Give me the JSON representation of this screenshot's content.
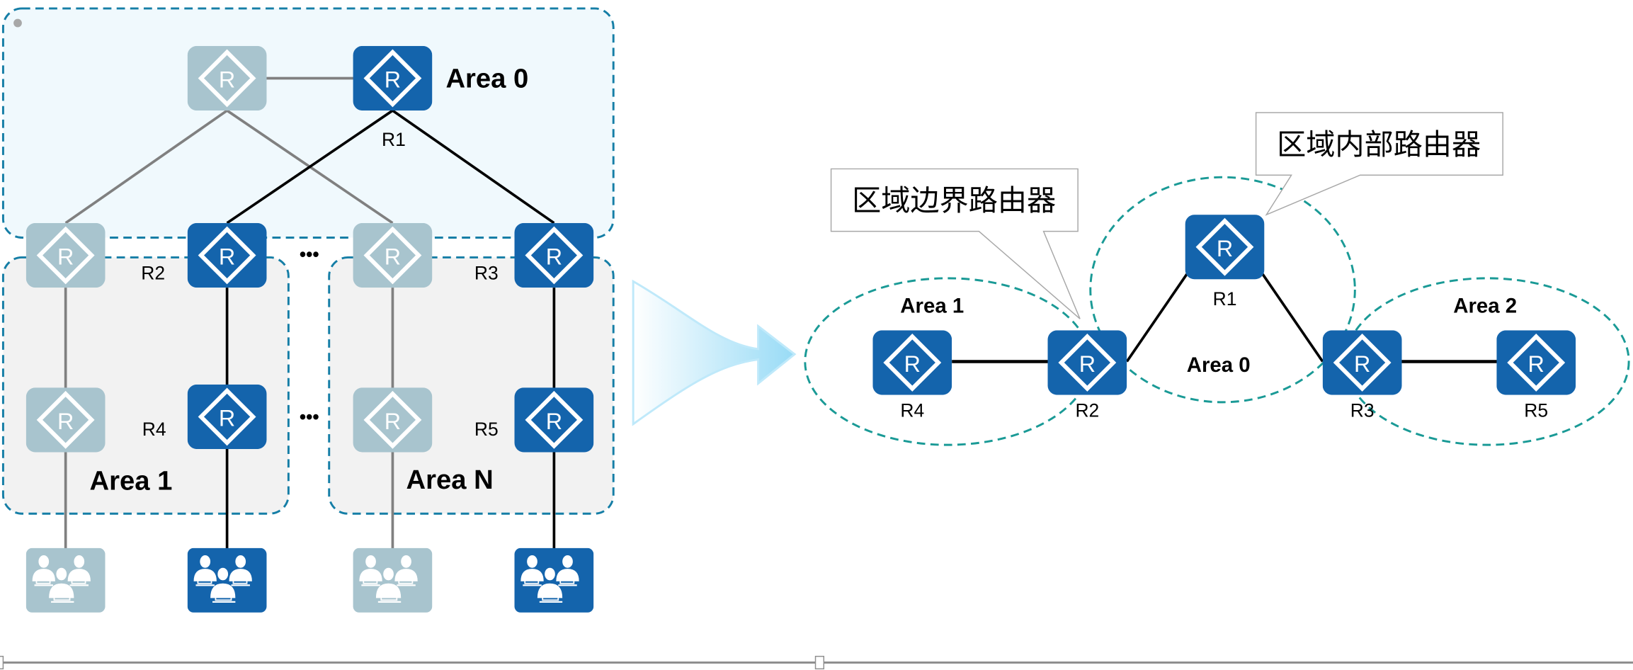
{
  "diagram": {
    "title": "OSPF area topology",
    "colors": {
      "router_active": "#1464ac",
      "router_inactive": "#a8c4ce",
      "area0_fill": "#f0f9fd",
      "area_fill": "#f2f2f2",
      "area_border_left": "#157ea6",
      "area_border_right": "#1a9a96",
      "link_active": "#000000",
      "link_inactive": "#808080",
      "arrow": "#9fdcf5"
    },
    "left": {
      "area_labels": {
        "area0": "Area 0",
        "area1": "Area 1",
        "areaN": "Area N"
      },
      "router_labels": {
        "r1": "R1",
        "r2": "R2",
        "r3": "R3",
        "r4": "R4",
        "r5": "R5"
      },
      "ellipsis": "•••",
      "router_glyph": "R"
    },
    "right": {
      "area_labels": {
        "area0": "Area 0",
        "area1": "Area 1",
        "area2": "Area 2"
      },
      "router_labels": {
        "r1": "R1",
        "r2": "R2",
        "r3": "R3",
        "r4": "R4",
        "r5": "R5"
      },
      "callouts": {
        "abr": "区域边界路由器",
        "internal": "区域内部路由器"
      },
      "router_glyph": "R"
    }
  }
}
